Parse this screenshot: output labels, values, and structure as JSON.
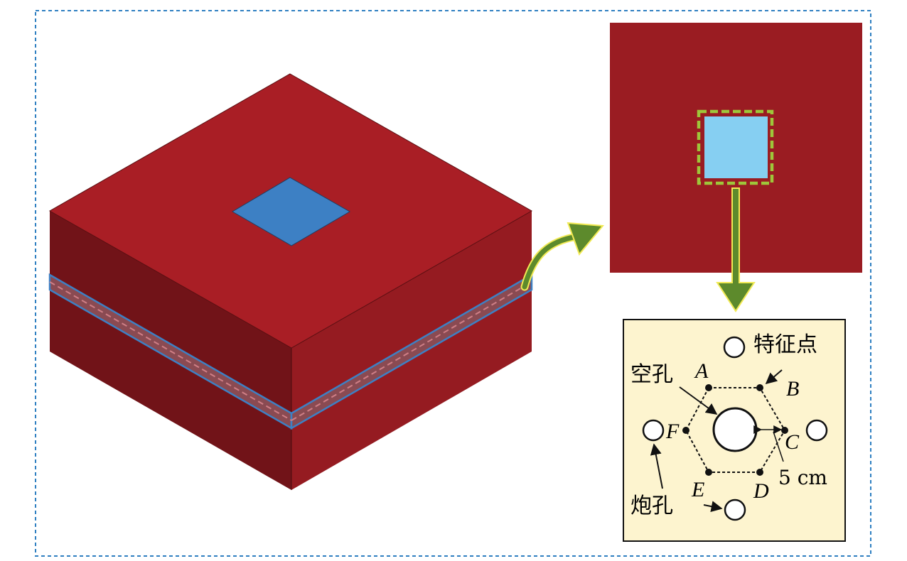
{
  "labels": {
    "feature_point": "特征点",
    "empty_hole": "空孔",
    "blast_hole": "炮孔",
    "spacing": "5 cm",
    "point_a": "A",
    "point_b": "B",
    "point_c": "C",
    "point_d": "D",
    "point_e": "E",
    "point_f": "F"
  },
  "colors": {
    "block_top": "#a91e25",
    "block_left": "#711318",
    "block_right": "#951b21",
    "hole": "#3d80c4",
    "plan_bg": "#9a1c22",
    "plan_hole": "#86cff2",
    "highlight_dash": "#9ec63a",
    "arrow": "#5d8a2c",
    "detail_bg": "#fdf4cf",
    "frame_dash": "#2e7fc1"
  },
  "icons": [
    "curved-arrow-icon",
    "down-arrow-icon"
  ]
}
